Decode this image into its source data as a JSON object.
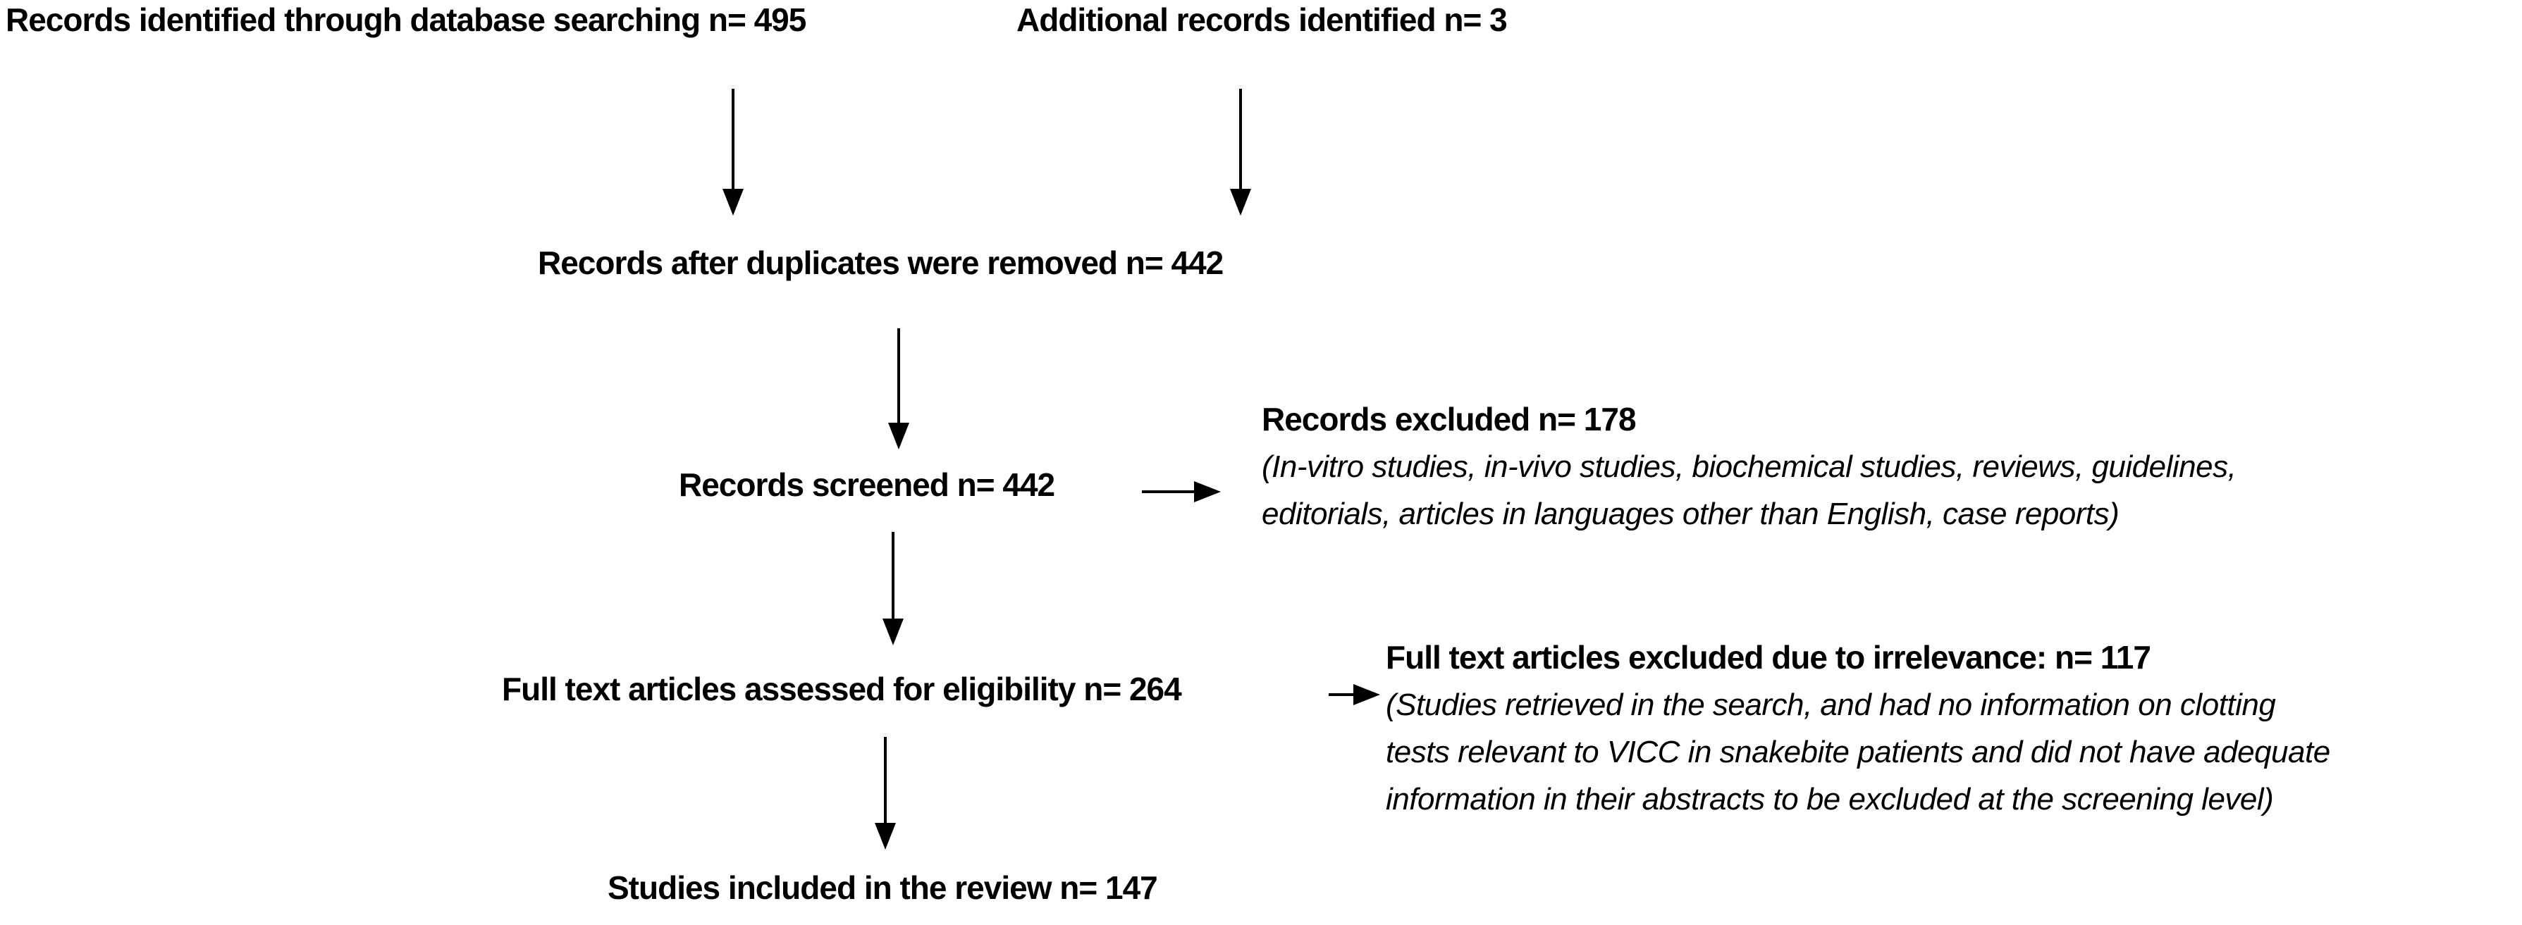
{
  "flow": {
    "records_identified": "Records identified through database searching n= 495",
    "additional_records": "Additional records identified n= 3",
    "after_duplicates": "Records after duplicates were removed n= 442",
    "records_screened": "Records screened n= 442",
    "fulltext_assessed": "Full text articles assessed for eligibility n= 264",
    "studies_included": "Studies included in the review n= 147"
  },
  "exclusions": {
    "records_excluded": {
      "title": "Records excluded n= 178",
      "note_lines": [
        "(In-vitro studies, in-vivo studies, biochemical studies, reviews, guidelines,",
        "editorials, articles in languages other than English, case reports)"
      ]
    },
    "fulltext_excluded": {
      "title": "Full text articles excluded due to irrelevance: n= 117",
      "note_lines": [
        "(Studies retrieved in the search, and had no information on clotting",
        "tests relevant to VICC in snakebite patients and did not have adequate",
        "information in their abstracts to be excluded at the screening level)"
      ]
    }
  },
  "counts": {
    "identified_database": 495,
    "additional_identified": 3,
    "after_duplicates_removed": 442,
    "screened": 442,
    "records_excluded": 178,
    "fulltext_assessed": 264,
    "fulltext_excluded": 117,
    "included_in_review": 147
  },
  "colors": {
    "text": "#000000",
    "arrow": "#000000",
    "background": "#ffffff"
  }
}
